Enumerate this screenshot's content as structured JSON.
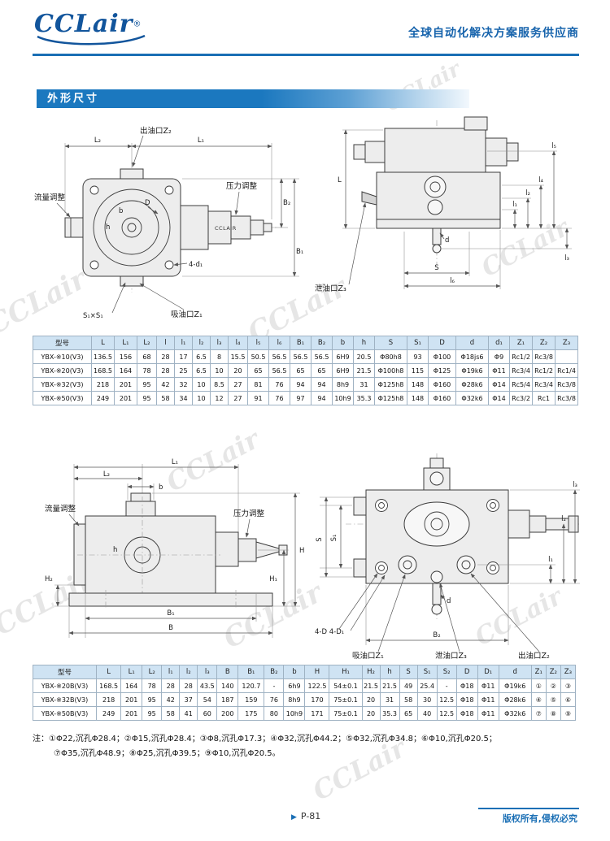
{
  "header": {
    "logo": "CCLair",
    "reg": "®",
    "tagline": "全球自动化解决方案服务供应商"
  },
  "section": {
    "title": "外形尺寸"
  },
  "watermark": {
    "text": "CCLair"
  },
  "drawing1": {
    "L2": "L₂",
    "L1": "L₁",
    "outlet": "出油口Z₂",
    "flow": "流量调整",
    "pressure": "压力调整",
    "B2": "B₂",
    "B1": "B₁",
    "brand": "CCLAIR",
    "holes": "4-d₁",
    "D": "D",
    "b": "b",
    "h": "h",
    "S1S1": "S₁×S₁",
    "suction": "吸油口Z₁"
  },
  "drawing2": {
    "L": "L",
    "drain": "泄油口Z₃",
    "S": "S",
    "d": "d",
    "l6": "l₆",
    "l5": "l₅",
    "l4": "l₄",
    "l2": "l₂",
    "l1": "l₁",
    "l3": "l₃"
  },
  "drawing3": {
    "L1": "L₁",
    "L2": "L₂",
    "b": "b",
    "h": "h",
    "flow": "流量调整",
    "pressure": "压力调整",
    "H": "H",
    "H1": "H₁",
    "H2": "H₂",
    "B1": "B₁",
    "B": "B"
  },
  "drawing4": {
    "holes": "4-D 4-D₁",
    "S1": "S₁",
    "S": "S",
    "l1": "l₁",
    "l2": "l₂",
    "l3": "l₃",
    "B2": "B₂",
    "d": "d",
    "suction": "吸油口Z₁",
    "drain": "泄油口Z₃",
    "outlet": "出油口Z₂"
  },
  "table1": {
    "headers": [
      "型号",
      "L",
      "L₁",
      "L₂",
      "l",
      "l₁",
      "l₂",
      "l₃",
      "l₄",
      "l₅",
      "l₆",
      "B₁",
      "B₂",
      "b",
      "h",
      "S",
      "S₁",
      "D",
      "d",
      "d₁",
      "Z₁",
      "Z₂",
      "Z₃"
    ],
    "rows": [
      [
        "YBX-※10(V3)",
        "136.5",
        "156",
        "68",
        "28",
        "17",
        "6.5",
        "8",
        "15.5",
        "50.5",
        "56.5",
        "56.5",
        "56.5",
        "6H9",
        "20.5",
        "Φ80h8",
        "93",
        "Φ100",
        "Φ18js6",
        "Φ9",
        "Rc1/2",
        "Rc3/8",
        ""
      ],
      [
        "YBX-※20(V3)",
        "168.5",
        "164",
        "78",
        "28",
        "25",
        "6.5",
        "10",
        "20",
        "65",
        "56.5",
        "65",
        "65",
        "6H9",
        "21.5",
        "Φ100h8",
        "115",
        "Φ125",
        "Φ19k6",
        "Φ11",
        "Rc3/4",
        "Rc1/2",
        "Rc1/4"
      ],
      [
        "YBX-※32(V3)",
        "218",
        "201",
        "95",
        "42",
        "32",
        "10",
        "8.5",
        "27",
        "81",
        "76",
        "94",
        "94",
        "8h9",
        "31",
        "Φ125h8",
        "148",
        "Φ160",
        "Φ28k6",
        "Φ14",
        "Rc5/4",
        "Rc3/4",
        "Rc3/8"
      ],
      [
        "YBX-※50(V3)",
        "249",
        "201",
        "95",
        "58",
        "34",
        "10",
        "12",
        "27",
        "91",
        "76",
        "97",
        "94",
        "10h9",
        "35.3",
        "Φ125h8",
        "148",
        "Φ160",
        "Φ32k6",
        "Φ14",
        "Rc3/2",
        "Rc1",
        "Rc3/8"
      ]
    ]
  },
  "table2": {
    "headers": [
      "型号",
      "L",
      "L₁",
      "L₂",
      "l₁",
      "l₂",
      "l₃",
      "B",
      "B₁",
      "B₂",
      "b",
      "H",
      "H₁",
      "H₂",
      "h",
      "S",
      "S₁",
      "S₂",
      "D",
      "D₁",
      "d",
      "Z₁",
      "Z₂",
      "Z₃"
    ],
    "rows": [
      [
        "YBX-※20B(V3)",
        "168.5",
        "164",
        "78",
        "28",
        "28",
        "43.5",
        "140",
        "120.7",
        "-",
        "6h9",
        "122.5",
        "54±0.1",
        "21.5",
        "21.5",
        "49",
        "25.4",
        "-",
        "Φ18",
        "Φ11",
        "Φ19k6",
        "①",
        "②",
        "③"
      ],
      [
        "YBX-※32B(V3)",
        "218",
        "201",
        "95",
        "42",
        "37",
        "54",
        "187",
        "159",
        "76",
        "8h9",
        "170",
        "75±0.1",
        "20",
        "31",
        "58",
        "30",
        "12.5",
        "Φ18",
        "Φ11",
        "Φ28k6",
        "④",
        "⑤",
        "⑥"
      ],
      [
        "YBX-※50B(V3)",
        "249",
        "201",
        "95",
        "58",
        "41",
        "60",
        "200",
        "175",
        "80",
        "10h9",
        "171",
        "75±0.1",
        "20",
        "35.3",
        "65",
        "40",
        "12.5",
        "Φ18",
        "Φ11",
        "Φ32k6",
        "⑦",
        "⑧",
        "⑨"
      ]
    ]
  },
  "notes": {
    "line1": "注：①Φ22,沉孔Φ28.4；②Φ15,沉孔Φ28.4；③Φ8,沉孔Φ17.3；④Φ32,沉孔Φ44.2；⑤Φ32,沉孔Φ34.8；⑥Φ10,沉孔Φ20.5；",
    "line2": "⑦Φ35,沉孔Φ48.9；⑧Φ25,沉孔Φ39.5；⑨Φ10,沉孔Φ20.5。"
  },
  "footer": {
    "arrow": "▶",
    "page": "P-81",
    "copyright": "版权所有,侵权必究"
  }
}
